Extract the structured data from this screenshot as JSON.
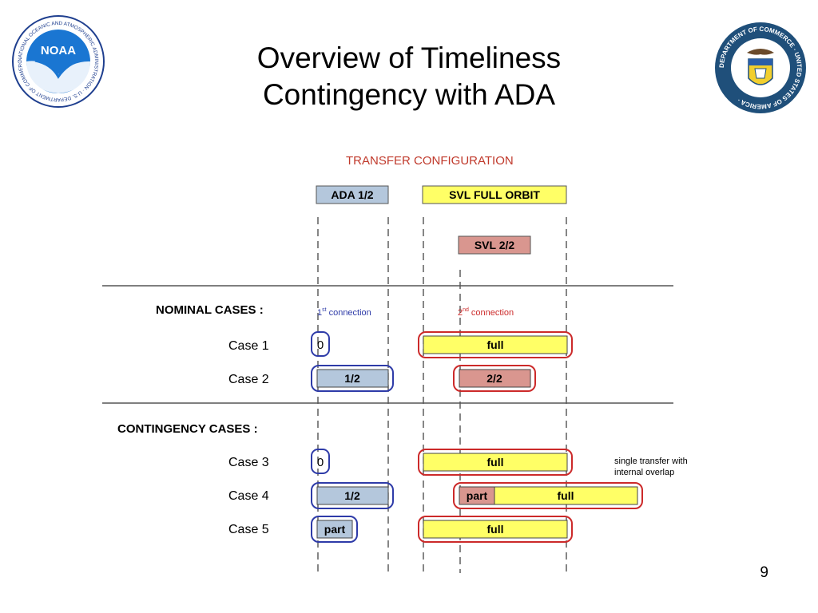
{
  "slide": {
    "title_line1": "Overview of Timeliness",
    "title_line2": "Contingency with ADA",
    "page_number": "9"
  },
  "logos": {
    "noaa_text": "NOAA",
    "noaa_ring_text": "NATIONAL OCEANIC AND ATMOSPHERIC ADMINISTRATION · U.S. DEPARTMENT OF COMMERCE ·",
    "commerce_ring_text": "DEPARTMENT OF COMMERCE · UNITED STATES OF AMERICA ·"
  },
  "diagram": {
    "heading": "TRANSFER CONFIGURATION",
    "header_ada": "ADA 1/2",
    "header_svl_full": "SVL FULL ORBIT",
    "header_svl_half": "SVL 2/2",
    "nominal_label": "NOMINAL CASES :",
    "contingency_label": "CONTINGENCY CASES :",
    "first_connection": {
      "ordinal": "1",
      "sup": "st",
      "text": "connection"
    },
    "second_connection": {
      "ordinal": "2",
      "sup": "nd",
      "text": "connection"
    },
    "cases": {
      "case1": {
        "label": "Case 1",
        "ada": "0",
        "svl": "full"
      },
      "case2": {
        "label": "Case 2",
        "ada": "1/2",
        "svl": "2/2"
      },
      "case3": {
        "label": "Case 3",
        "ada": "0",
        "svl": "full"
      },
      "case4": {
        "label": "Case 4",
        "ada": "1/2",
        "svl_part": "part",
        "svl_full": "full"
      },
      "case5": {
        "label": "Case 5",
        "ada": "part",
        "svl": "full"
      }
    },
    "note_line1": "single transfer with",
    "note_line2": "internal overlap",
    "colors": {
      "heading_red": "#c0392b",
      "ada_fill": "#b4c7dc",
      "yellow_fill": "#ffff66",
      "pink_fill": "#d9968f",
      "blue_outline": "#2e3ba8",
      "red_outline": "#cc2a2a"
    }
  }
}
